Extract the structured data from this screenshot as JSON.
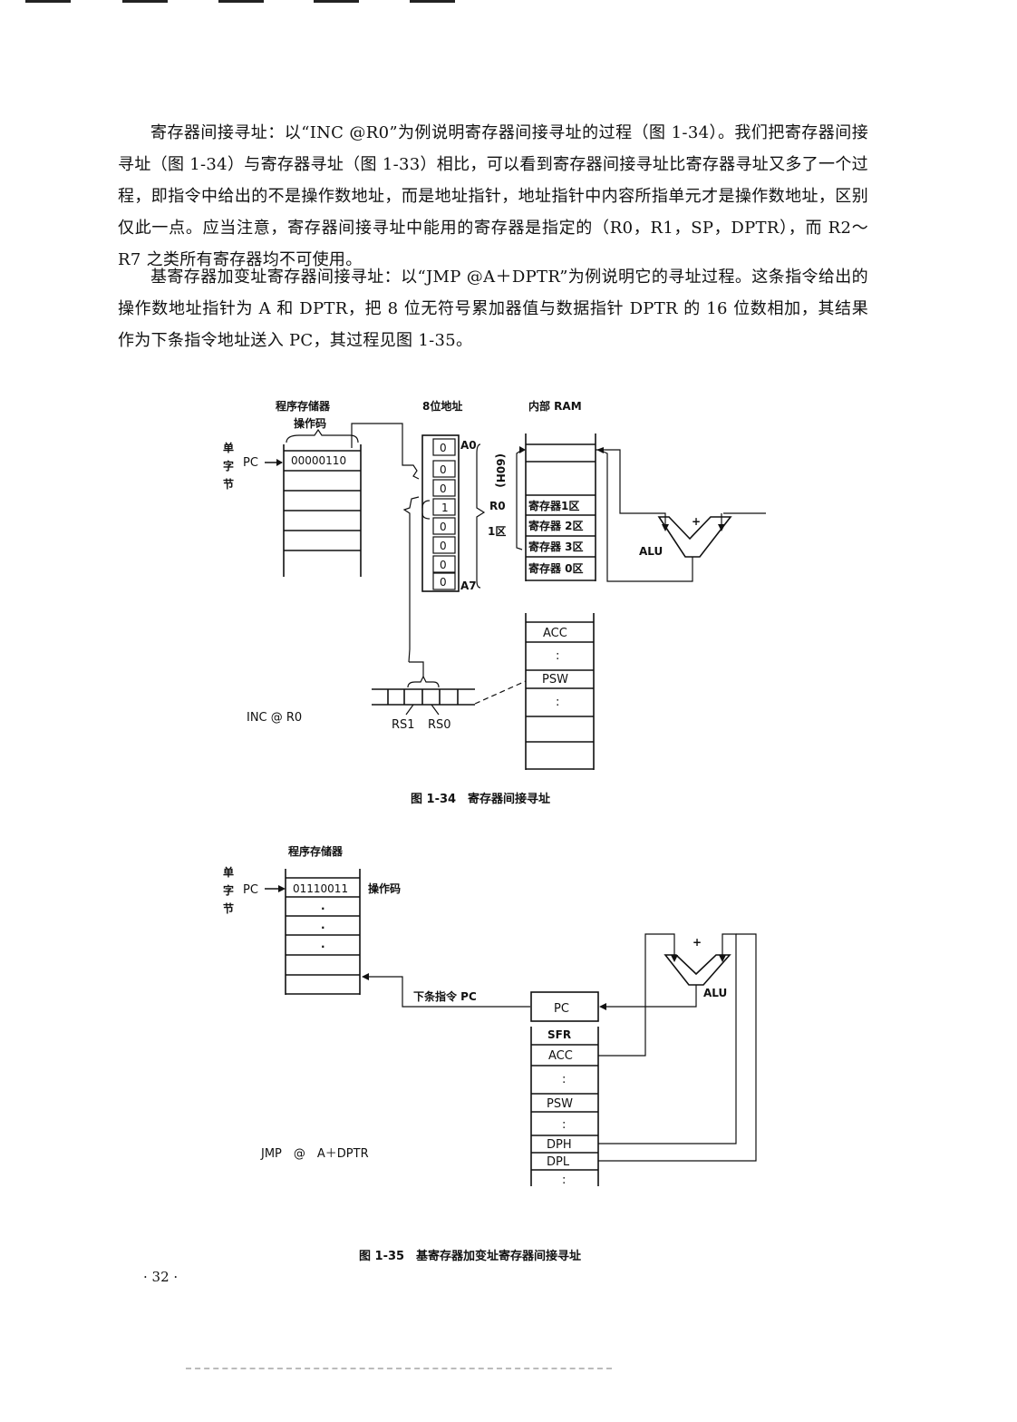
{
  "paragraphs": {
    "p1": "寄存器间接寻址：以“INC @R0”为例说明寄存器间接寻址的过程（图 1-34）。我们把寄存器间接寻址（图 1-34）与寄存器寻址（图 1-33）相比，可以看到寄存器间接寻址比寄存器寻址又多了一个过程，即指令中给出的不是操作数地址，而是地址指针，地址指针中内容所指单元才是操作数地址，区别仅此一点。应当注意，寄存器间接寻址中能用的寄存器是指定的（R0，R1，SP，DPTR），而 R2～R7 之类所有寄存器均不可使用。",
    "p2": "基寄存器加变址寄存器间接寻址：以“JMP @A＋DPTR”为例说明它的寻址过程。这条指令给出的操作数地址指针为 A 和 DPTR，把 8 位无符号累加器值与数据指针 DPTR 的 16 位数相加，其结果作为下条指令地址送入 PC，其过程见图 1-35。"
  },
  "fig34": {
    "program_memory": "程序存储器",
    "opcode_label": "操作码",
    "single": "单",
    "zi": "字",
    "jie": "节",
    "pc": "PC",
    "opcode": "00000110",
    "addr_title": "8位地址",
    "bits": [
      "0",
      "0",
      "0",
      "1",
      "0",
      "0",
      "0",
      "0"
    ],
    "a0": "A0",
    "a7": "A7",
    "r0": "R0",
    "zone1": "1区",
    "hex60": "(60H)",
    "ram_title": "内部 RAM",
    "reg_zones": [
      "寄存器1区",
      "寄存器 2区",
      "寄存器 3区",
      "寄存器 0区"
    ],
    "plus": "+",
    "alu": "ALU",
    "acc": "ACC",
    "dots": ":",
    "psw": "PSW",
    "rs1": "RS1",
    "rs0": "RS0",
    "instr": "INC @ R0",
    "caption": "图 1-34　寄存器间接寻址"
  },
  "fig35": {
    "program_memory": "程序存储器",
    "single": "单",
    "zi": "字",
    "jie": "节",
    "pc": "PC",
    "opcode": "01110011",
    "opcode_label": "操作码",
    "dots": ".",
    "next_pc": "下条指令 PC",
    "pc_box": "PC",
    "sfr": "SFR",
    "acc": "ACC",
    "colon": ":",
    "psw": "PSW",
    "dph": "DPH",
    "dpl": "DPL",
    "plus": "+",
    "alu": "ALU",
    "instr": "JMP　@　A＋DPTR",
    "caption": "图 1-35　基寄存器加变址寄存器间接寻址"
  },
  "page_number": "· 32 ·"
}
